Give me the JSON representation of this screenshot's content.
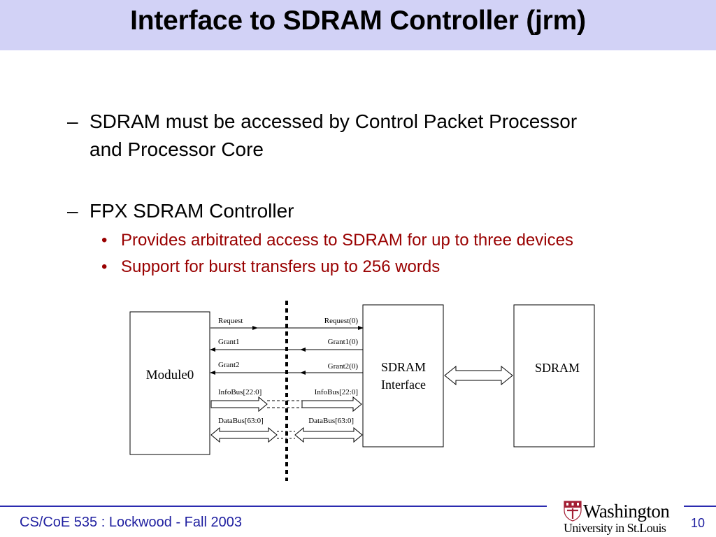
{
  "slide": {
    "title": "Interface to SDRAM Controller (jrm)",
    "bullets": [
      {
        "marker": "–",
        "text": "SDRAM must be accessed by Control Packet Processor and Processor Core"
      },
      {
        "marker": "–",
        "text": "FPX SDRAM Controller"
      }
    ],
    "sub_bullets": [
      {
        "marker": "•",
        "text": "Provides arbitrated access to SDRAM for up to three devices"
      },
      {
        "marker": "•",
        "text": "Support for burst transfers up to 256 words"
      }
    ]
  },
  "diagram": {
    "blocks": {
      "module0": "Module0",
      "interface_line1": "SDRAM",
      "interface_line2": "Interface",
      "sdram": "SDRAM"
    },
    "left_signals": [
      "Request",
      "Grant1",
      "Grant2",
      "InfoBus[22:0]",
      "DataBus[63:0]"
    ],
    "right_signals": [
      "Request(0)",
      "Grant1(0)",
      "Grant2(0)",
      "InfoBus[22:0]",
      "DataBus[63:0]"
    ]
  },
  "footer": {
    "course": "CS/CoE 535 : Lockwood - Fall 2003",
    "page_number": "10",
    "logo_line1": "Washington",
    "logo_line2": "University in St.Louis",
    "colors": {
      "rule": "#2b2bb0",
      "text": "#1f1fa0",
      "shield": "#a31f34"
    }
  }
}
